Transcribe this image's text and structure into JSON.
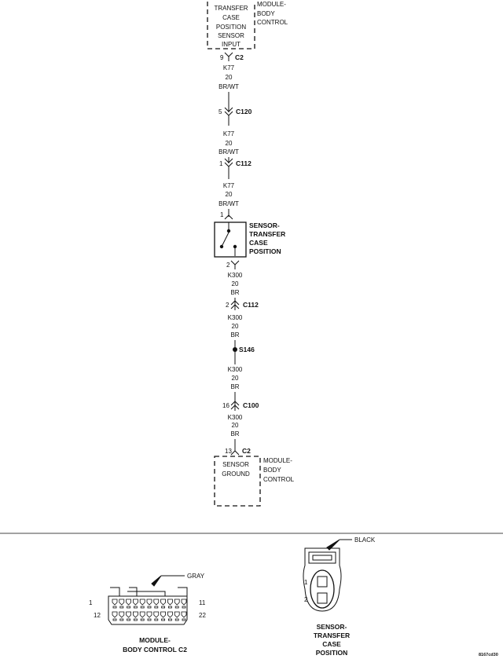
{
  "top_module": {
    "lines": [
      "TRANSFER",
      "CASE",
      "POSITION",
      "SENSOR",
      "INPUT"
    ],
    "label": [
      "MODULE-",
      "BODY",
      "CONTROL"
    ]
  },
  "connectors": [
    {
      "pin": "9",
      "name": "C2"
    },
    {
      "pin": "5",
      "name": "C120"
    },
    {
      "pin": "1",
      "name": "C112"
    },
    {
      "pin": "1",
      "name": ""
    },
    {
      "pin": "2",
      "name": ""
    },
    {
      "pin": "2",
      "name": "C112"
    },
    {
      "pin": "16",
      "name": "C100"
    },
    {
      "pin": "13",
      "name": "C2"
    }
  ],
  "wires": [
    {
      "circuit": "K77",
      "gauge": "20",
      "color": "BR/WT"
    },
    {
      "circuit": "K77",
      "gauge": "20",
      "color": "BR/WT"
    },
    {
      "circuit": "K77",
      "gauge": "20",
      "color": "BR/WT"
    },
    {
      "circuit": "K300",
      "gauge": "20",
      "color": "BR"
    },
    {
      "circuit": "K300",
      "gauge": "20",
      "color": "BR"
    },
    {
      "circuit": "K300",
      "gauge": "20",
      "color": "BR"
    },
    {
      "circuit": "K300",
      "gauge": "20",
      "color": "BR"
    }
  ],
  "sensor": {
    "label": [
      "SENSOR-",
      "TRANSFER",
      "CASE",
      "POSITION"
    ]
  },
  "splice": "S146",
  "bottom_module": {
    "lines": [
      "SENSOR",
      "GROUND"
    ],
    "label": [
      "MODULE-",
      "BODY",
      "CONTROL"
    ]
  },
  "connector_views": {
    "module": {
      "color": "GRAY",
      "pins": [
        "1",
        "12",
        "11",
        "22"
      ],
      "caption": [
        "MODULE-",
        "BODY CONTROL C2"
      ]
    },
    "sensor": {
      "color": "BLACK",
      "pins": [
        "1",
        "2"
      ],
      "caption": [
        "SENSOR-",
        "TRANSFER",
        "CASE",
        "POSITION"
      ]
    }
  },
  "figure_id": "8167cd30"
}
